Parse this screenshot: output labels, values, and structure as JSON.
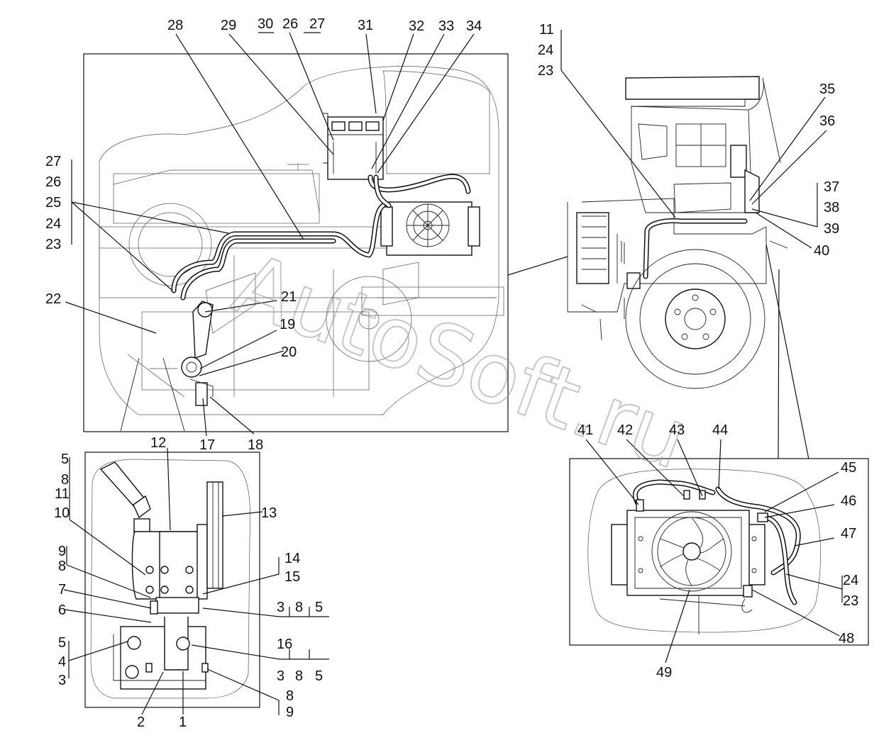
{
  "watermark": "AutoSoft.ru",
  "labels": {
    "l28": "28",
    "l29": "29",
    "l30": "30",
    "l26a": "26",
    "l27a": "27",
    "l31": "31",
    "l32": "32",
    "l33": "33",
    "l34": "34",
    "l11a": "11",
    "l24a": "24",
    "l23a": "23",
    "l35": "35",
    "l36": "36",
    "l37": "37",
    "l38": "38",
    "l39": "39",
    "l40": "40",
    "l27b": "27",
    "l26b": "26",
    "l25": "25",
    "l24b": "24",
    "l23b": "23",
    "l22": "22",
    "l21": "21",
    "l19": "19",
    "l20": "20",
    "l17": "17",
    "l18": "18",
    "l5a": "5",
    "l8a": "8",
    "l11b": "11",
    "l10": "10",
    "l12": "12",
    "l13": "13",
    "l9a": "9",
    "l8b": "8",
    "l14": "14",
    "l15": "15",
    "l7": "7",
    "l6": "6",
    "l3a": "3",
    "l8c": "8",
    "l5b": "5",
    "l16": "16",
    "l5c": "5",
    "l4": "4",
    "l3b": "3",
    "l3c": "3",
    "l8d": "8",
    "l5d": "5",
    "l8e": "8",
    "l9b": "9",
    "l2": "2",
    "l1": "1",
    "l41": "41",
    "l42": "42",
    "l43": "43",
    "l44": "44",
    "l45": "45",
    "l46": "46",
    "l47": "47",
    "l24c": "24",
    "l23c": "23",
    "l48": "48",
    "l49": "49"
  }
}
